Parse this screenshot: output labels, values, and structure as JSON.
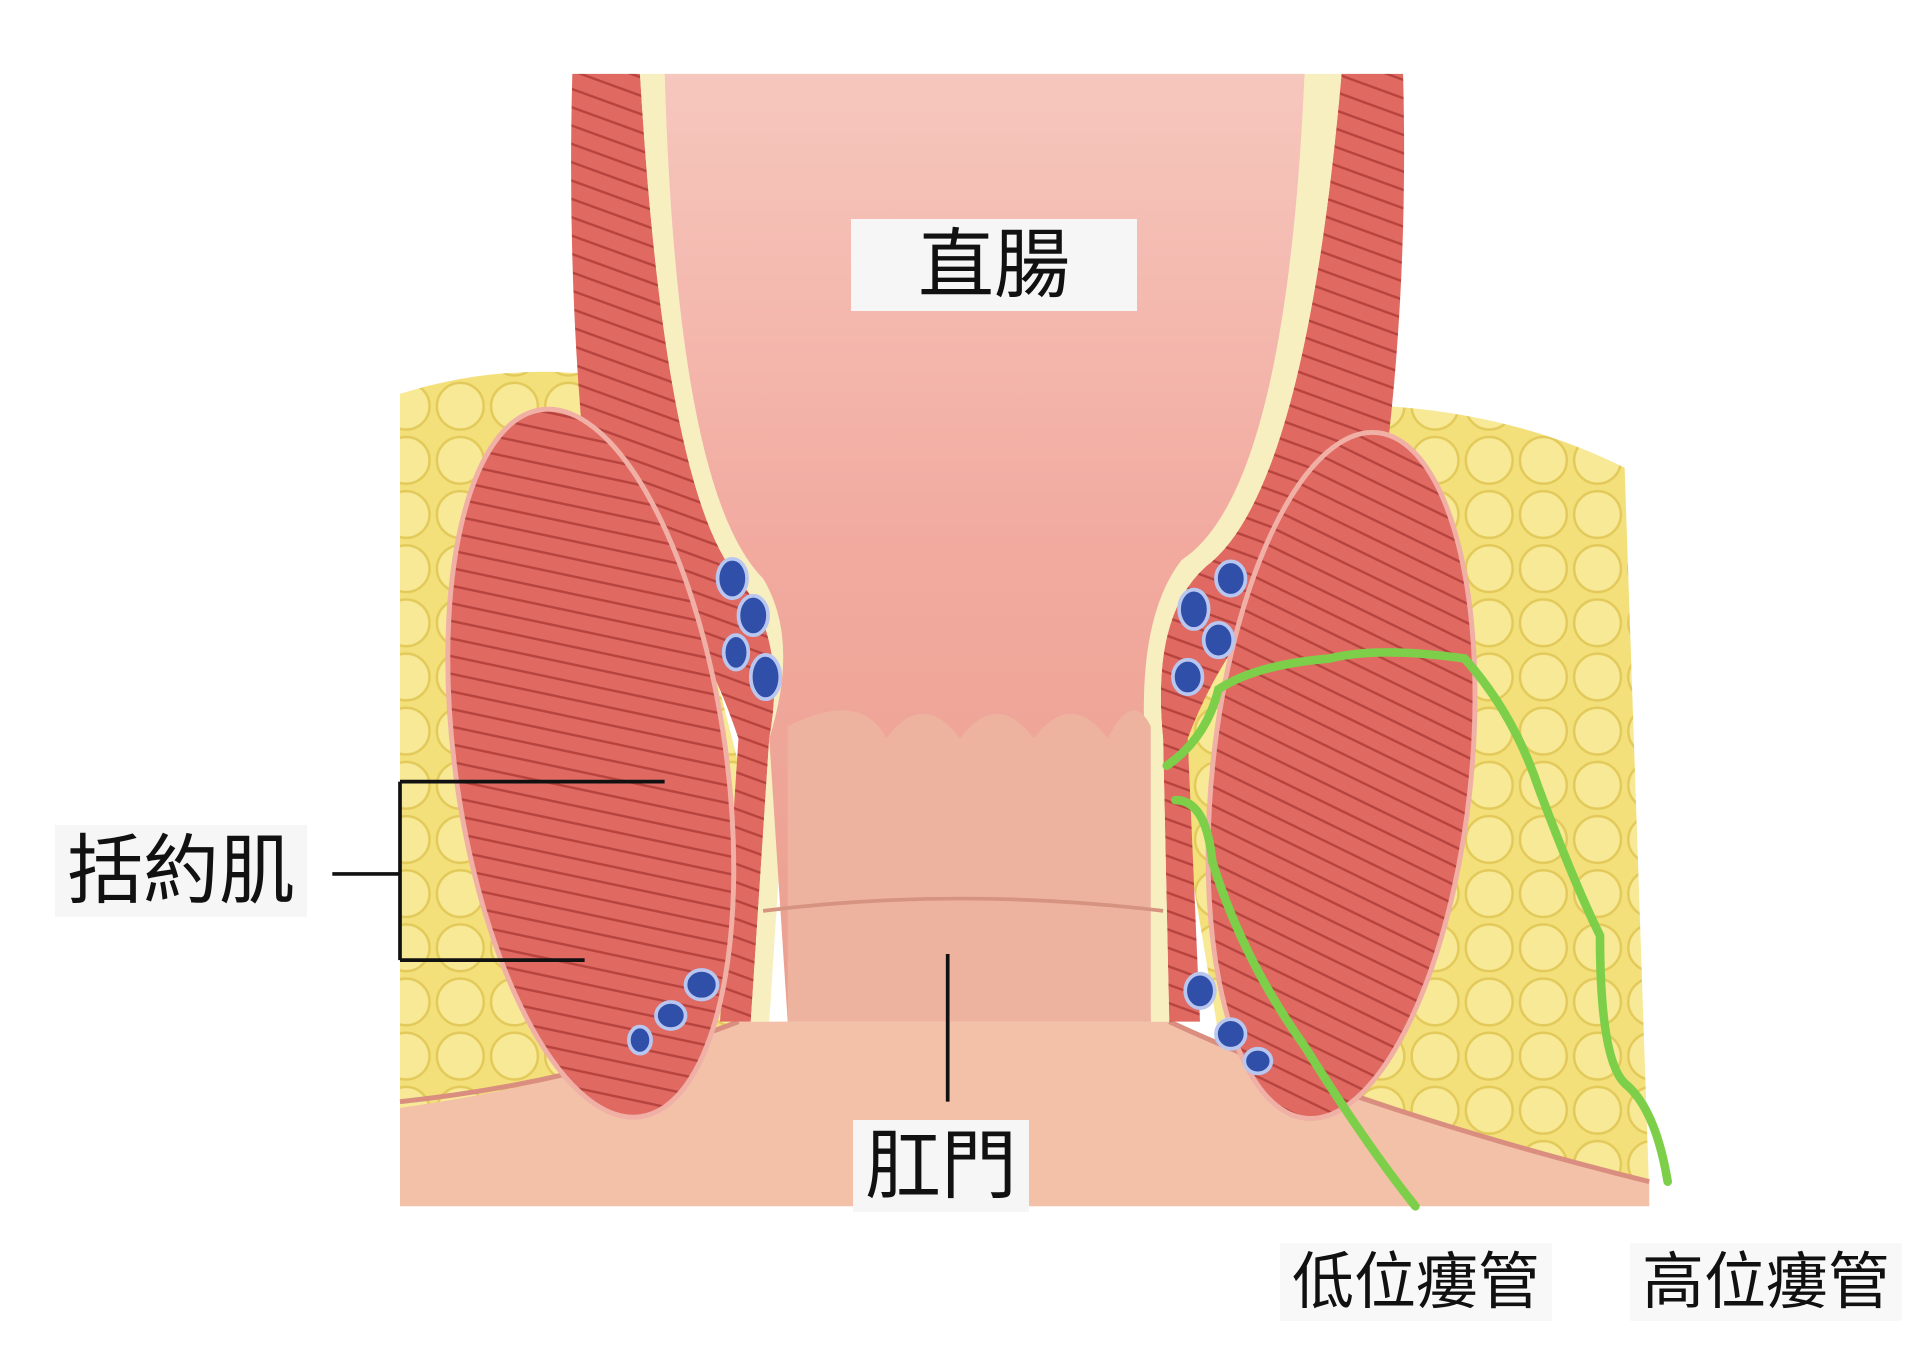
{
  "labels": {
    "rectum": "直腸",
    "sphincter": "括約肌",
    "anus": "肛門",
    "low_fistula": "低位瘻管",
    "high_fistula": "高位瘻管"
  },
  "colors": {
    "fat": "#f3e07a",
    "muscle": "#e06a62",
    "mucosa": "#f0a59a",
    "lumen": "#f4b6aa",
    "skin": "#f2c1a8",
    "vessel": "#2f4fa8",
    "fistula_line": "#7dcf4a",
    "pointer_line": "#111111"
  }
}
